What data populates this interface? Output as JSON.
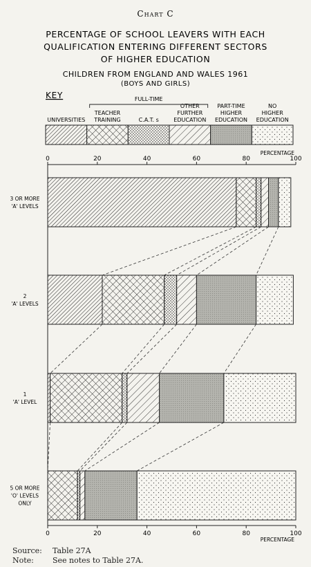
{
  "chart_label": "Chart C",
  "title_lines": [
    "PERCENTAGE OF SCHOOL LEAVERS WITH EACH",
    "QUALIFICATION ENTERING DIFFERENT SECTORS",
    "OF HIGHER EDUCATION"
  ],
  "subtitle_lines": [
    "CHILDREN FROM ENGLAND AND WALES 1961",
    "(BOYS AND GIRLS)"
  ],
  "key": {
    "heading": "KEY",
    "group_label": "FULL-TIME",
    "items": [
      {
        "lines": [
          "UNIVERSITIES"
        ],
        "pattern": "diag-fine"
      },
      {
        "lines": [
          "TEACHER",
          "TRAINING"
        ],
        "pattern": "cross"
      },
      {
        "lines": [
          "C.A.T. s"
        ],
        "pattern": "dots"
      },
      {
        "lines": [
          "OTHER",
          "FURTHER",
          "EDUCATION"
        ],
        "pattern": "diag-wide"
      },
      {
        "lines": [
          "PART-TIME",
          "HIGHER",
          "EDUCATION"
        ],
        "pattern": "grey"
      },
      {
        "lines": [
          "NO",
          "HIGHER",
          "EDUCATION"
        ],
        "pattern": "sparse-dots"
      }
    ]
  },
  "footnotes": {
    "source_label": "Source:",
    "source_text": "Table 27A",
    "note_label": "Note:",
    "note_text": "See notes to Table 27A."
  },
  "chart_data": {
    "type": "bar",
    "stacked": true,
    "orientation": "horizontal",
    "xlabel": "PERCENTAGE",
    "xlim": [
      0,
      100
    ],
    "xticks": [
      0,
      20,
      40,
      60,
      80,
      100
    ],
    "categories": [
      [
        "3 OR MORE",
        "'A' LEVELS"
      ],
      [
        "2",
        "'A' LEVELS"
      ],
      [
        "1",
        "'A' LEVEL"
      ],
      [
        "5 OR MORE",
        "'O' LEVELS",
        "ONLY"
      ]
    ],
    "series": [
      {
        "name": "UNIVERSITIES",
        "values": [
          76,
          22,
          1,
          0
        ]
      },
      {
        "name": "TEACHER TRAINING",
        "values": [
          8,
          25,
          29,
          12
        ]
      },
      {
        "name": "C.A.T. s",
        "values": [
          2,
          5,
          2,
          1
        ]
      },
      {
        "name": "OTHER FURTHER EDUCATION",
        "values": [
          3,
          8,
          13,
          2
        ]
      },
      {
        "name": "PART-TIME HIGHER EDUCATION",
        "values": [
          4,
          24,
          26,
          21
        ]
      },
      {
        "name": "NO HIGHER EDUCATION",
        "values": [
          5,
          15,
          29,
          64
        ]
      }
    ]
  }
}
